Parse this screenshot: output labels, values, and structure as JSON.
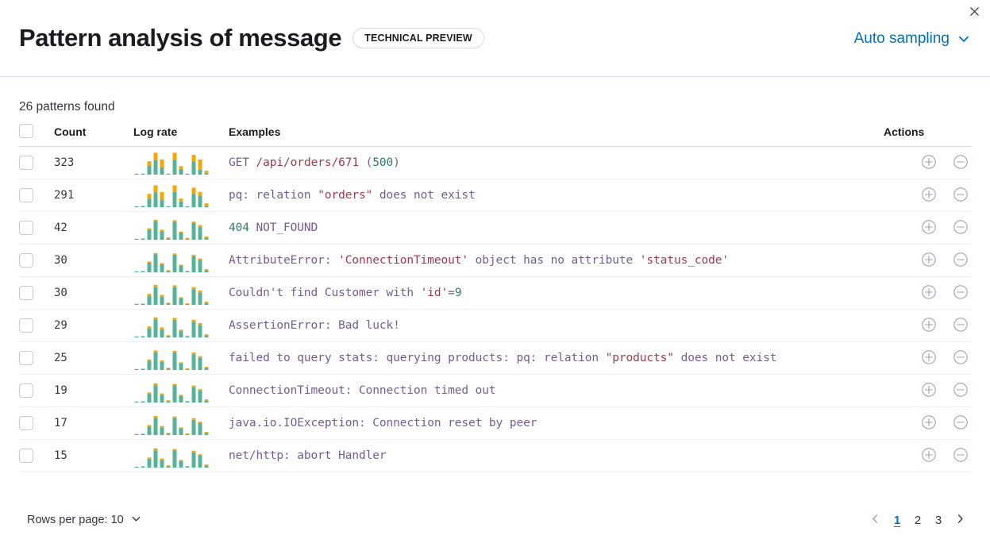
{
  "header": {
    "title": "Pattern analysis of message",
    "badge": "TECHNICAL PREVIEW",
    "sampling_label": "Auto sampling",
    "sampling_chevron_icon": "chevron-down-icon",
    "close_icon": "close-icon"
  },
  "summary": {
    "patterns_found": "26 patterns found"
  },
  "table": {
    "columns": {
      "select": "",
      "count": "Count",
      "log_rate": "Log rate",
      "examples": "Examples",
      "actions": "Actions"
    },
    "action_icons": {
      "add": "plus-circle-icon",
      "remove": "minus-circle-icon"
    },
    "rows": [
      {
        "count": "323",
        "example": "GET /api/orders/671 (500)",
        "tokens": [
          {
            "t": "GET ",
            "c": "purple"
          },
          {
            "t": "/api/orders/671",
            "c": "red"
          },
          {
            "t": " (",
            "c": "purple"
          },
          {
            "t": "500",
            "c": "green"
          },
          {
            "t": ")",
            "c": "purple"
          }
        ]
      },
      {
        "count": "291",
        "example": "pq: relation \"orders\" does not exist",
        "tokens": [
          {
            "t": "pq: relation ",
            "c": "purple"
          },
          {
            "t": "\"orders\"",
            "c": "red"
          },
          {
            "t": " does not exist",
            "c": "purple"
          }
        ]
      },
      {
        "count": "42",
        "example": "404 NOT_FOUND",
        "tokens": [
          {
            "t": "404",
            "c": "green"
          },
          {
            "t": " NOT_FOUND",
            "c": "purple"
          }
        ]
      },
      {
        "count": "30",
        "example": "AttributeError: 'ConnectionTimeout' object has no attribute 'status_code'",
        "tokens": [
          {
            "t": "AttributeError: ",
            "c": "purple"
          },
          {
            "t": "'ConnectionTimeout'",
            "c": "red"
          },
          {
            "t": " object has no attribute ",
            "c": "purple"
          },
          {
            "t": "'status_code'",
            "c": "red"
          }
        ]
      },
      {
        "count": "30",
        "example": "Couldn't find Customer with 'id'=9",
        "tokens": [
          {
            "t": "Couldn't find Customer with ",
            "c": "purple"
          },
          {
            "t": "'id'",
            "c": "red"
          },
          {
            "t": "=",
            "c": "purple"
          },
          {
            "t": "9",
            "c": "green"
          }
        ]
      },
      {
        "count": "29",
        "example": "AssertionError: Bad luck!",
        "tokens": [
          {
            "t": "AssertionError: Bad luck!",
            "c": "purple"
          }
        ]
      },
      {
        "count": "25",
        "example": "failed to query stats: querying products: pq: relation \"products\" does not exist",
        "tokens": [
          {
            "t": "failed to query stats: querying products: pq: relation ",
            "c": "purple"
          },
          {
            "t": "\"products\"",
            "c": "red"
          },
          {
            "t": " does not exist",
            "c": "purple"
          }
        ]
      },
      {
        "count": "19",
        "example": "ConnectionTimeout: Connection timed out",
        "tokens": [
          {
            "t": "ConnectionTimeout: Connection timed out",
            "c": "purple"
          }
        ]
      },
      {
        "count": "17",
        "example": "java.io.IOException: Connection reset by peer",
        "tokens": [
          {
            "t": "java.io.IOException: Connection reset by peer",
            "c": "purple"
          }
        ]
      },
      {
        "count": "15",
        "example": "net/http: abort Handler",
        "tokens": [
          {
            "t": "net/http: abort Handler",
            "c": "purple"
          }
        ]
      }
    ]
  },
  "chart_data": {
    "type": "bar",
    "title": "Log rate",
    "stacked": true,
    "grid": false,
    "legend": null,
    "xlabel": "",
    "ylabel": "",
    "ylim": [
      0,
      100
    ],
    "x": [
      "b1",
      "b2",
      "b3",
      "b4",
      "b5",
      "b6",
      "b7",
      "b8",
      "b9",
      "b10",
      "b11",
      "b12"
    ],
    "colors": {
      "base": "#54b399",
      "highlight": "#f5a700"
    },
    "sparklines": [
      {
        "count": 323,
        "series": [
          {
            "name": "base",
            "values": [
              3,
              4,
              38,
              60,
              30,
              4,
              62,
              24,
              2,
              55,
              20,
              6
            ]
          },
          {
            "name": "highlight",
            "values": [
              0,
              0,
              18,
              32,
              34,
              0,
              30,
              12,
              0,
              28,
              44,
              10
            ]
          }
        ]
      },
      {
        "count": 291,
        "series": [
          {
            "name": "base",
            "values": [
              3,
              5,
              36,
              62,
              30,
              4,
              64,
              24,
              3,
              56,
              48,
              6
            ]
          },
          {
            "name": "highlight",
            "values": [
              0,
              0,
              20,
              30,
              34,
              0,
              28,
              12,
              0,
              26,
              16,
              10
            ]
          }
        ]
      },
      {
        "count": 42,
        "series": [
          {
            "name": "base",
            "values": [
              3,
              5,
              42,
              78,
              36,
              5,
              76,
              30,
              4,
              70,
              54,
              8
            ]
          },
          {
            "name": "highlight",
            "values": [
              0,
              0,
              6,
              6,
              6,
              5,
              6,
              4,
              4,
              6,
              8,
              6
            ]
          }
        ]
      },
      {
        "count": 30,
        "series": [
          {
            "name": "base",
            "values": [
              3,
              5,
              40,
              76,
              34,
              5,
              74,
              28,
              4,
              68,
              52,
              8
            ]
          },
          {
            "name": "highlight",
            "values": [
              0,
              0,
              5,
              5,
              5,
              4,
              5,
              4,
              3,
              5,
              6,
              5
            ]
          }
        ]
      },
      {
        "count": 30,
        "series": [
          {
            "name": "base",
            "values": [
              3,
              5,
              38,
              74,
              34,
              5,
              74,
              28,
              4,
              66,
              52,
              8
            ]
          },
          {
            "name": "highlight",
            "values": [
              0,
              0,
              8,
              10,
              8,
              4,
              8,
              4,
              3,
              8,
              8,
              5
            ]
          }
        ]
      },
      {
        "count": 29,
        "series": [
          {
            "name": "base",
            "values": [
              3,
              5,
              38,
              76,
              34,
              5,
              74,
              28,
              4,
              66,
              52,
              8
            ]
          },
          {
            "name": "highlight",
            "values": [
              0,
              0,
              8,
              8,
              8,
              4,
              8,
              4,
              3,
              8,
              8,
              5
            ]
          }
        ]
      },
      {
        "count": 25,
        "series": [
          {
            "name": "base",
            "values": [
              3,
              5,
              38,
              74,
              34,
              5,
              74,
              28,
              4,
              66,
              52,
              8
            ]
          },
          {
            "name": "highlight",
            "values": [
              0,
              0,
              6,
              8,
              6,
              4,
              6,
              4,
              3,
              7,
              6,
              5
            ]
          }
        ]
      },
      {
        "count": 19,
        "series": [
          {
            "name": "base",
            "values": [
              3,
              5,
              36,
              72,
              32,
              5,
              72,
              28,
              4,
              64,
              50,
              8
            ]
          },
          {
            "name": "highlight",
            "values": [
              0,
              0,
              6,
              8,
              6,
              4,
              6,
              4,
              3,
              7,
              6,
              5
            ]
          }
        ]
      },
      {
        "count": 17,
        "series": [
          {
            "name": "base",
            "values": [
              3,
              5,
              36,
              72,
              32,
              5,
              72,
              28,
              4,
              64,
              50,
              8
            ]
          },
          {
            "name": "highlight",
            "values": [
              0,
              0,
              6,
              8,
              6,
              4,
              6,
              4,
              3,
              7,
              6,
              5
            ]
          }
        ]
      },
      {
        "count": 15,
        "series": [
          {
            "name": "base",
            "values": [
              3,
              5,
              36,
              72,
              32,
              5,
              72,
              28,
              4,
              64,
              50,
              8
            ]
          },
          {
            "name": "highlight",
            "values": [
              0,
              0,
              6,
              8,
              6,
              4,
              6,
              4,
              3,
              7,
              6,
              5
            ]
          }
        ]
      }
    ]
  },
  "footer": {
    "rows_per_page_label": "Rows per page: 10",
    "rows_per_page_chevron_icon": "chevron-down-icon",
    "prev_icon": "chevron-left-icon",
    "next_icon": "chevron-right-icon",
    "pages": [
      "1",
      "2",
      "3"
    ],
    "active_page": "1"
  }
}
